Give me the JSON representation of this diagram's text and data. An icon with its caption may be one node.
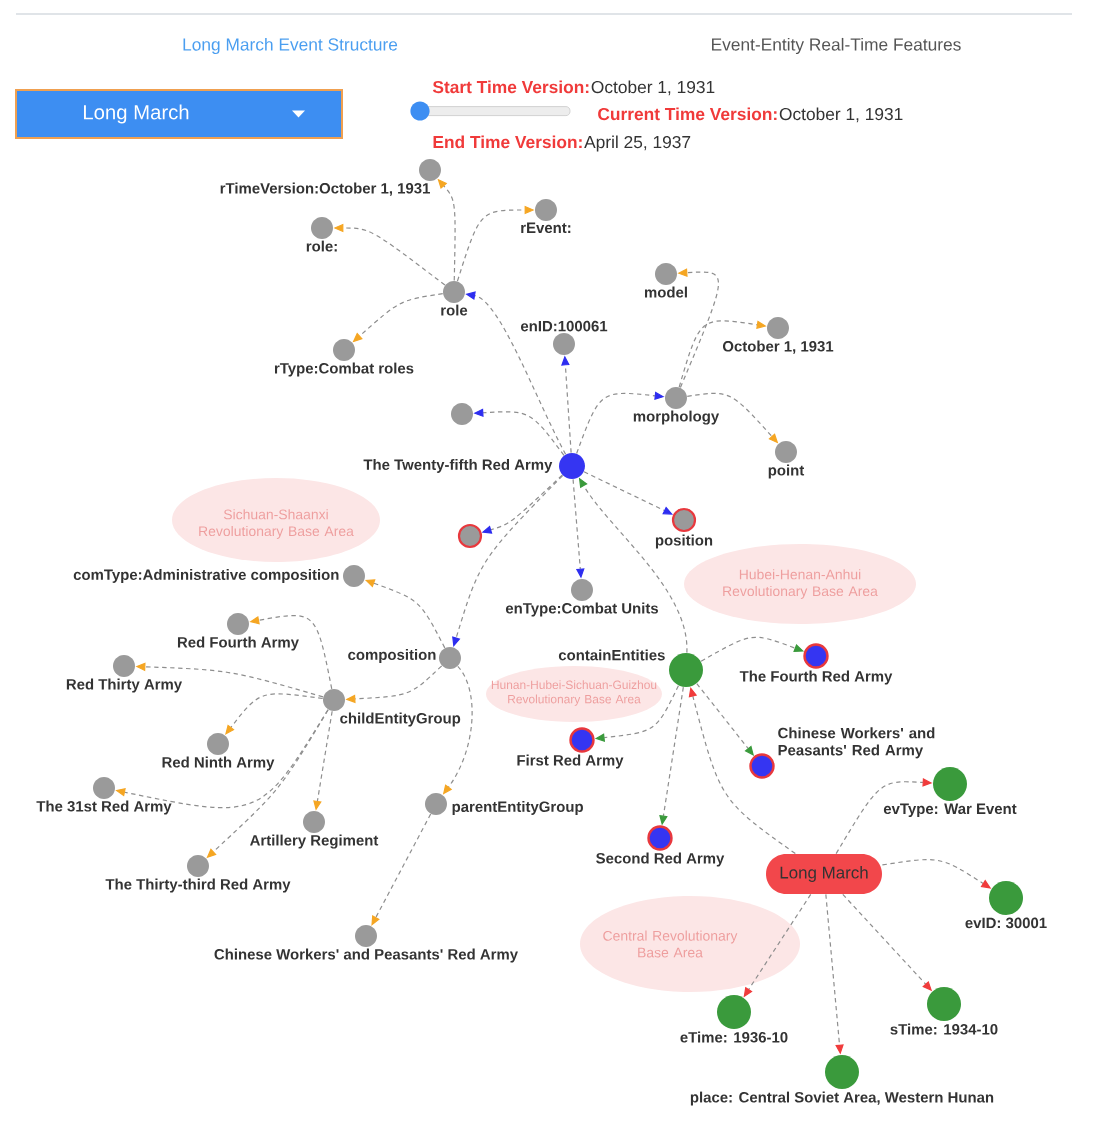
{
  "diagram": {
    "nodes": [
      {
        "text": [
          "rTimeVersion:October 1, 1931"
        ]
      },
      {
        "text": [
          "role:"
        ]
      },
      {
        "text": [
          "rEvent:"
        ]
      },
      {
        "text": [
          "model"
        ]
      },
      {
        "text": [
          "role"
        ]
      },
      {
        "text": [
          "October 1, 1931"
        ]
      },
      {
        "text": [
          "enID:100061"
        ]
      },
      {
        "text": [
          "rType:Combat roles"
        ]
      },
      {
        "text": [
          "morphology"
        ]
      },
      {
        "text": [],
        "shape": "circle"
      },
      {
        "text": [
          "point"
        ]
      },
      {
        "text": [
          "The Twenty-fifth Red Army"
        ]
      },
      {
        "text": [
          "position"
        ]
      },
      {
        "text": [],
        "shape": "circle"
      },
      {
        "text": [
          "comType:Administrative composition"
        ]
      },
      {
        "text": [
          "enType:Combat Units"
        ]
      },
      {
        "text": [
          "Red Fourth Army"
        ]
      },
      {
        "text": [
          "The Fourth Red Army"
        ]
      },
      {
        "text": [
          "composition"
        ]
      },
      {
        "text": [
          "Red Thirty Army"
        ]
      },
      {
        "text": [
          "containEntities"
        ]
      },
      {
        "text": [
          "childEntityGroup"
        ]
      },
      {
        "text": [
          "First Red Army"
        ]
      },
      {
        "text": [
          "Red Ninth Army"
        ]
      },
      {
        "text": [
          "Chinese Workers' and Peasants' Red Army"
        ]
      },
      {
        "text": [
          "evType: War Event"
        ]
      },
      {
        "text": [
          "The 31st Red Army"
        ]
      },
      {
        "text": [
          "parentEntityGroup"
        ]
      },
      {
        "text": [
          "Artillery Regiment"
        ]
      },
      {
        "text": [
          "Second Red Army"
        ]
      },
      {
        "text": [
          "The Thirty-third Red Army"
        ]
      },
      {
        "text": [
          "Long March"
        ]
      },
      {
        "text": [
          "evID: 30001"
        ]
      },
      {
        "text": [
          "Chinese Workers' and Peasants' Red Army"
        ]
      },
      {
        "text": [
          "sTime: 1934-10"
        ]
      },
      {
        "text": [
          "eTime: 1936-10"
        ]
      },
      {
        "text": [
          "place: Central Soviet Area, Western Hunan"
        ]
      }
    ],
    "edges": [
      {
        "from": 4,
        "to": 0,
        "arrow": "to",
        "style": "dashed"
      },
      {
        "from": 4,
        "to": 1,
        "arrow": "to",
        "style": "dashed"
      },
      {
        "from": 4,
        "to": 2,
        "arrow": "to",
        "style": "dashed"
      },
      {
        "from": 4,
        "to": 7,
        "arrow": "to",
        "style": "dashed"
      },
      {
        "from": 8,
        "to": 3,
        "arrow": "to",
        "style": "dashed"
      },
      {
        "from": 8,
        "to": 5,
        "arrow": "to",
        "style": "dashed"
      },
      {
        "from": 8,
        "to": 10,
        "arrow": "to",
        "style": "dashed"
      },
      {
        "from": 11,
        "to": 4,
        "arrow": "to",
        "style": "dashed"
      },
      {
        "from": 11,
        "to": 6,
        "arrow": "to",
        "style": "dashed"
      },
      {
        "from": 11,
        "to": 8,
        "arrow": "to",
        "style": "dashed"
      },
      {
        "from": 11,
        "to": 9,
        "arrow": "to",
        "style": "dashed"
      },
      {
        "from": 11,
        "to": 12,
        "arrow": "to",
        "style": "dashed"
      },
      {
        "from": 11,
        "to": 13,
        "arrow": "to",
        "style": "dashed"
      },
      {
        "from": 11,
        "to": 15,
        "arrow": "to",
        "style": "dashed"
      },
      {
        "from": 11,
        "to": 18,
        "arrow": "to",
        "style": "dashed"
      },
      {
        "from": 20,
        "to": 11,
        "arrow": "to",
        "style": "dashed"
      },
      {
        "from": 18,
        "to": 14,
        "arrow": "to",
        "style": "dashed"
      },
      {
        "from": 18,
        "to": 21,
        "arrow": "to",
        "style": "dashed"
      },
      {
        "from": 18,
        "to": 27,
        "arrow": "to",
        "style": "dashed"
      },
      {
        "from": 21,
        "to": 16,
        "arrow": "to",
        "style": "dashed"
      },
      {
        "from": 21,
        "to": 19,
        "arrow": "to",
        "style": "dashed"
      },
      {
        "from": 21,
        "to": 23,
        "arrow": "to",
        "style": "dashed"
      },
      {
        "from": 21,
        "to": 26,
        "arrow": "to",
        "style": "dashed"
      },
      {
        "from": 21,
        "to": 28,
        "arrow": "to",
        "style": "dashed"
      },
      {
        "from": 21,
        "to": 30,
        "arrow": "to",
        "style": "dashed"
      },
      {
        "from": 27,
        "to": 33,
        "arrow": "to",
        "style": "dashed"
      },
      {
        "from": 20,
        "to": 17,
        "arrow": "to",
        "style": "dashed"
      },
      {
        "from": 20,
        "to": 22,
        "arrow": "to",
        "style": "dashed"
      },
      {
        "from": 20,
        "to": 24,
        "arrow": "to",
        "style": "dashed"
      },
      {
        "from": 20,
        "to": 29,
        "arrow": "to",
        "style": "dashed"
      },
      {
        "from": 31,
        "to": 20,
        "arrow": "to",
        "style": "dashed"
      },
      {
        "from": 31,
        "to": 25,
        "arrow": "to",
        "style": "dashed"
      },
      {
        "from": 31,
        "to": 32,
        "arrow": "to",
        "style": "dashed"
      },
      {
        "from": 31,
        "to": 34,
        "arrow": "to",
        "style": "dashed"
      },
      {
        "from": 31,
        "to": 35,
        "arrow": "to",
        "style": "dashed"
      },
      {
        "from": 31,
        "to": 36,
        "arrow": "to",
        "style": "dashed"
      }
    ],
    "labels": [
      "Long March Event Structure",
      "Event-Entity Real-Time Features",
      "Long March",
      "Start Time Version:",
      "October 1, 1931",
      "Current Time Version:",
      "October 1, 1931",
      "End Time Version:",
      "April 25, 1937",
      "Sichuan-Shaanxi Revolutionary Base Area",
      "Hubei-Henan-Anhui Revolutionary Base Area",
      "Hunan-Hubei-Sichuan-Guizhou Revolutionary Base Area",
      "Central Revolutionary Base Area"
    ]
  }
}
